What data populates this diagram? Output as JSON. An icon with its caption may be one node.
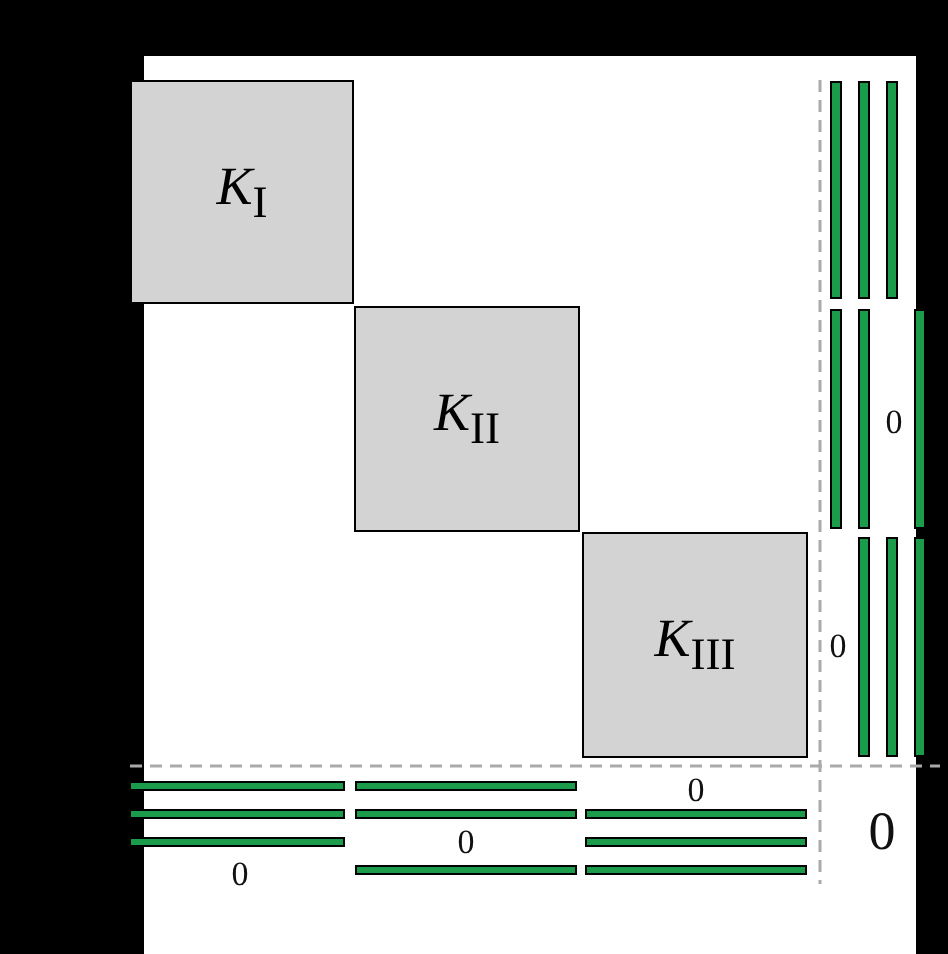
{
  "diagram": {
    "nodes": [
      {
        "text": [
          "*K*$_{I}$"
        ]
      },
      {
        "text": [
          "*K*$_{II}$"
        ]
      },
      {
        "text": [
          "*K*$_{III}$"
        ]
      }
    ],
    "labels": [
      "0",
      "0",
      "0",
      "0",
      "0",
      "0"
    ]
  }
}
